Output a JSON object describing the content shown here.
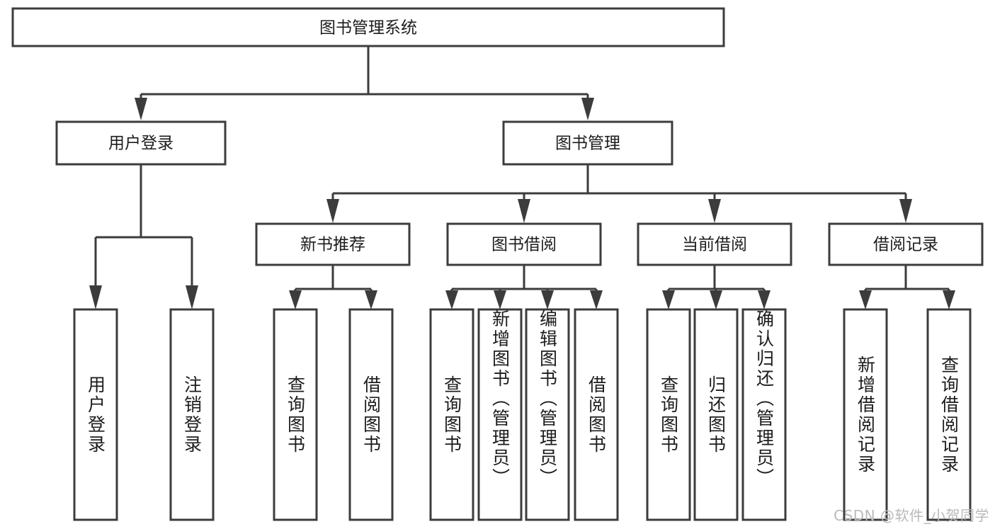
{
  "diagram": {
    "type": "tree-hierarchy",
    "background_color": "#ffffff",
    "stroke_color": "#3c3c3c",
    "text_color": "#1c1c1c",
    "root": {
      "id": "root",
      "label": "图书管理系统"
    },
    "level2": [
      {
        "id": "user-login",
        "label": "用户登录"
      },
      {
        "id": "book-management",
        "label": "图书管理"
      }
    ],
    "level3": [
      {
        "id": "new-book-recommend",
        "label": "新书推荐",
        "parent": "book-management"
      },
      {
        "id": "book-borrow",
        "label": "图书借阅",
        "parent": "book-management"
      },
      {
        "id": "current-borrow",
        "label": "当前借阅",
        "parent": "book-management"
      },
      {
        "id": "borrow-record",
        "label": "借阅记录",
        "parent": "book-management"
      }
    ],
    "leaves": [
      {
        "id": "leaf-user-login",
        "label": "用户登录",
        "parent": "user-login"
      },
      {
        "id": "leaf-logout",
        "label": "注销登录",
        "parent": "user-login"
      },
      {
        "id": "leaf-query-book-1",
        "label": "查询图书",
        "parent": "new-book-recommend"
      },
      {
        "id": "leaf-borrow-book-1",
        "label": "借阅图书",
        "parent": "new-book-recommend"
      },
      {
        "id": "leaf-query-book-2",
        "label": "查询图书",
        "parent": "book-borrow"
      },
      {
        "id": "leaf-add-book",
        "label": "新增图书（管理员）",
        "parent": "book-borrow"
      },
      {
        "id": "leaf-edit-book",
        "label": "编辑图书（管理员）",
        "parent": "book-borrow"
      },
      {
        "id": "leaf-borrow-book-2",
        "label": "借阅图书",
        "parent": "book-borrow"
      },
      {
        "id": "leaf-query-book-3",
        "label": "查询图书",
        "parent": "current-borrow"
      },
      {
        "id": "leaf-return-book",
        "label": "归还图书",
        "parent": "current-borrow"
      },
      {
        "id": "leaf-confirm-return",
        "label": "确认归还（管理员）",
        "parent": "current-borrow"
      },
      {
        "id": "leaf-add-record",
        "label": "新增借阅记录",
        "parent": "borrow-record"
      },
      {
        "id": "leaf-query-record",
        "label": "查询借阅记录",
        "parent": "borrow-record"
      }
    ]
  },
  "watermark": {
    "text": "CSDN @软件_小贺同学"
  }
}
